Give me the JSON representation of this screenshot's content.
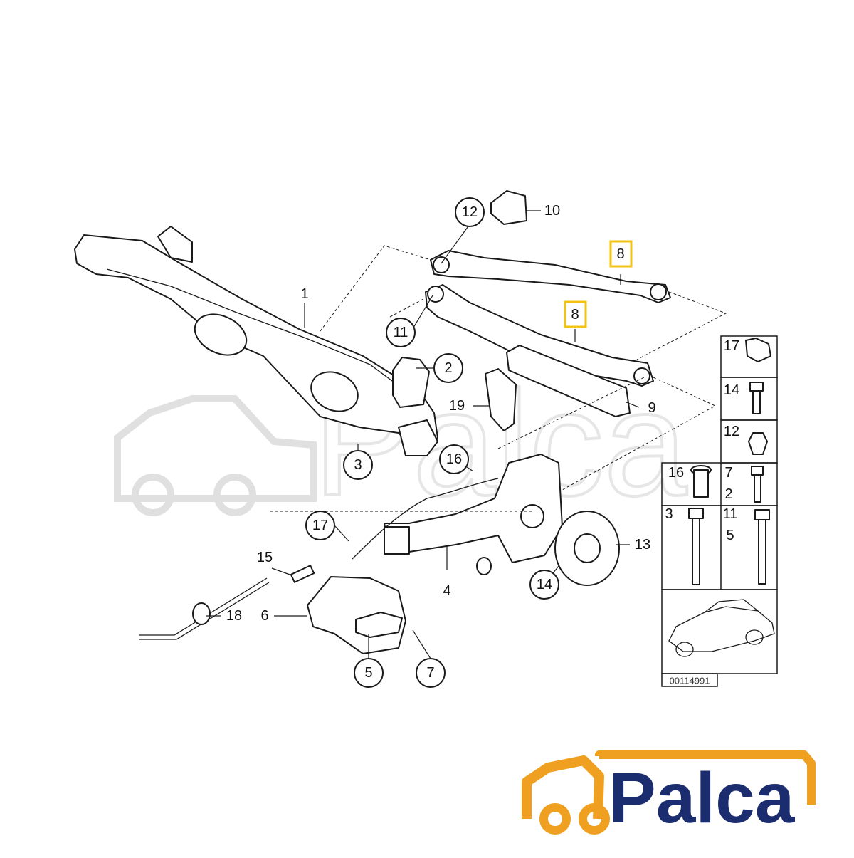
{
  "diagram": {
    "callouts": {
      "c1": "1",
      "c2": "2",
      "c3": "3",
      "c4": "4",
      "c5": "5",
      "c6": "6",
      "c7": "7",
      "c8a": "8",
      "c8b": "8",
      "c9": "9",
      "c10": "10",
      "c11": "11",
      "c12": "12",
      "c13": "13",
      "c14": "14",
      "c15": "15",
      "c16": "16",
      "c17": "17",
      "c18": "18",
      "c19": "19"
    },
    "highlight_color": "#f2c311",
    "part_table": {
      "cells": {
        "r1": "17",
        "r2": "14",
        "r3": "12",
        "r4a": "16",
        "r4b1": "7",
        "r4b2": "2",
        "r5a": "3",
        "r5b1": "11",
        "r5b2": "5"
      },
      "diagram_id": "00114991"
    }
  },
  "watermark": {
    "text": "Palca",
    "color": "#e0e0e0"
  },
  "logo": {
    "text": "Palca",
    "text_color": "#1b2d6e",
    "icon_color": "#f0a020",
    "icon": "car-icon"
  }
}
